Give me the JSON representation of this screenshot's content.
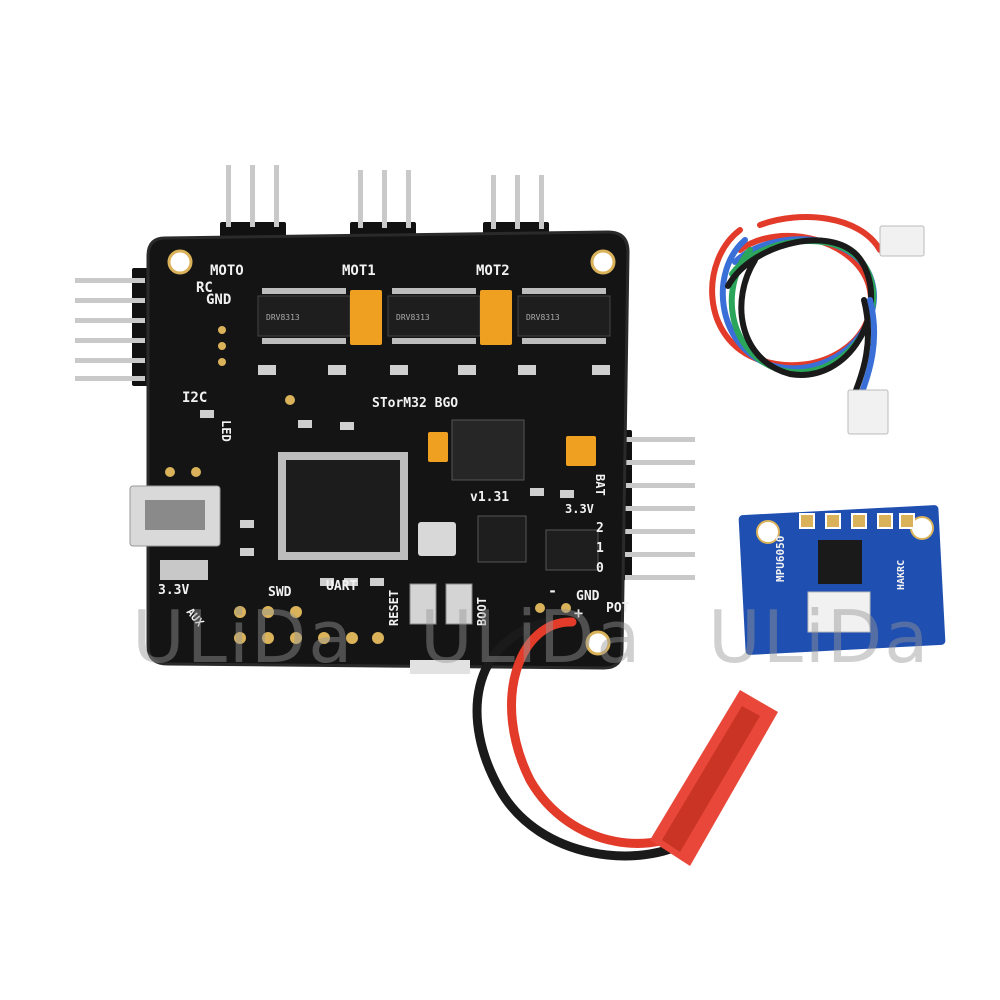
{
  "board": {
    "label_moto": "MOTO",
    "label_mot1": "MOT1",
    "label_mot2": "MOT2",
    "label_rc": "RC",
    "label_gnd": "GND",
    "label_i2c": "I2C",
    "label_led": "LED",
    "label_model": "STorM32 BGO",
    "label_version": "v1.31",
    "label_uart": "UART",
    "label_reset": "RESET",
    "label_boot": "BOOT",
    "label_swd": "SWD",
    "label_33v": "3.3V",
    "label_33v_right": "3.3V",
    "label_aux": "AUX",
    "label_gnd_bottom": "GND",
    "label_plus": "+",
    "label_minus": "-",
    "label_pot": "POT",
    "label_bat": "BAT",
    "label_digits": [
      "2",
      "1",
      "0"
    ],
    "driver_text": "DRV8313"
  },
  "sensor": {
    "label_model": "MPU6050",
    "label_brand": "HAKRC"
  },
  "watermark": {
    "left": "ULiDa",
    "center": "ULiDa",
    "right": "ULiDa"
  },
  "colors": {
    "pcb": "#141414",
    "pcb_edge": "#2a2a2a",
    "gold": "#d9b25a",
    "tantalum": "#f0a020",
    "sensor_blue": "#1f4fb0",
    "wire_red": "#e23b2a",
    "wire_black": "#1a1a1a",
    "jst_red": "#e8473a"
  }
}
